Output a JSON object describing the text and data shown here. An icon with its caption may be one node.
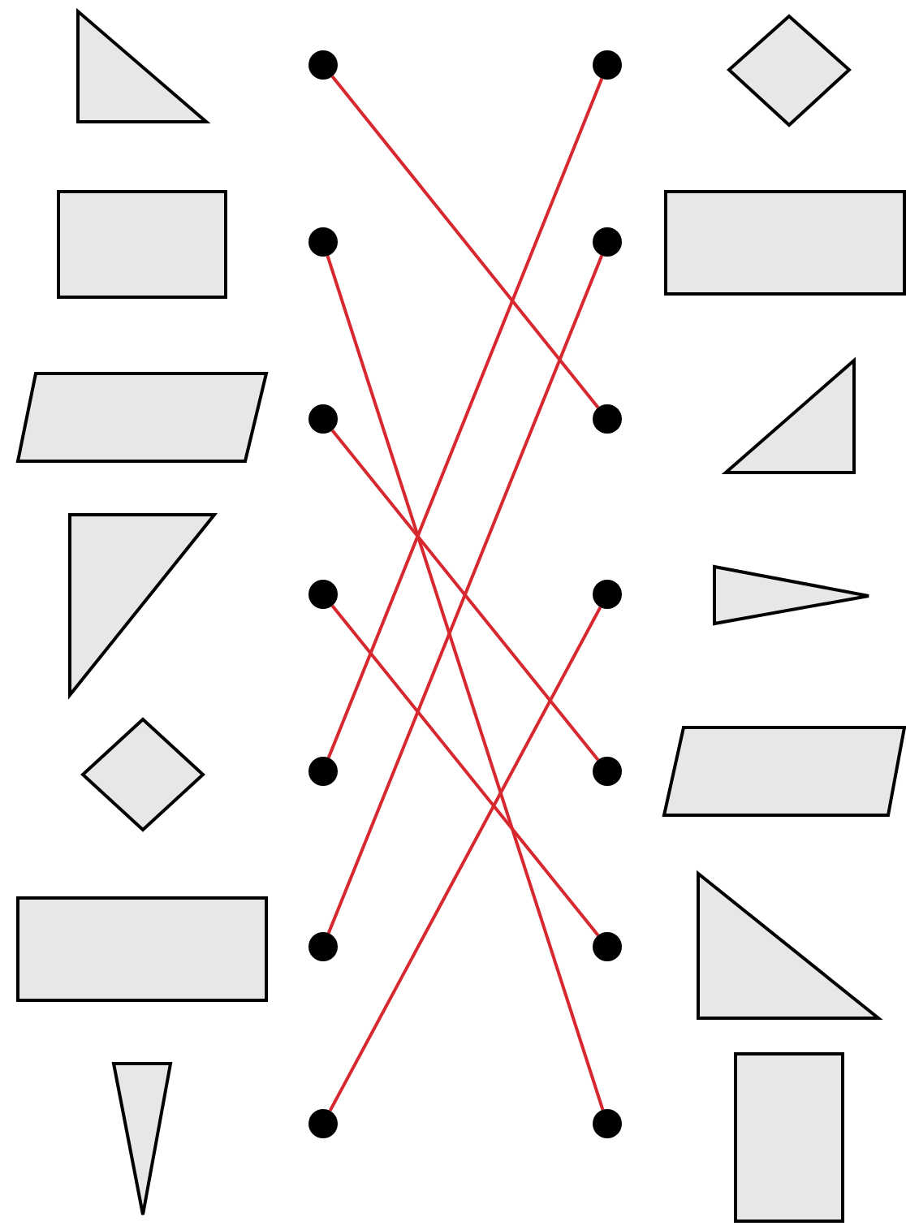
{
  "diagram": {
    "nodes": [
      {
        "text": [],
        "shape": "triangle"
      },
      {
        "text": [],
        "shape": "box"
      },
      {
        "text": [],
        "shape": "parallelogram"
      },
      {
        "text": [],
        "shape": "triangle"
      },
      {
        "text": [],
        "shape": "diamond"
      },
      {
        "text": [],
        "shape": "box"
      },
      {
        "text": [],
        "shape": "triangle"
      },
      {
        "text": [],
        "shape": "circle"
      },
      {
        "text": [],
        "shape": "circle"
      },
      {
        "text": [],
        "shape": "circle"
      },
      {
        "text": [],
        "shape": "circle"
      },
      {
        "text": [],
        "shape": "circle"
      },
      {
        "text": [],
        "shape": "circle"
      },
      {
        "text": [],
        "shape": "circle"
      },
      {
        "text": [],
        "shape": "circle"
      },
      {
        "text": [],
        "shape": "circle"
      },
      {
        "text": [],
        "shape": "circle"
      },
      {
        "text": [],
        "shape": "circle"
      },
      {
        "text": [],
        "shape": "circle"
      },
      {
        "text": [],
        "shape": "circle"
      },
      {
        "text": [],
        "shape": "circle"
      },
      {
        "text": [],
        "shape": "diamond"
      },
      {
        "text": [],
        "shape": "box"
      },
      {
        "text": [],
        "shape": "triangle"
      },
      {
        "text": [],
        "shape": "triangle"
      },
      {
        "text": [],
        "shape": "parallelogram"
      },
      {
        "text": [],
        "shape": "triangle"
      },
      {
        "text": [],
        "shape": "box"
      }
    ],
    "edges": [
      {
        "from": 7,
        "to": 16,
        "arrow": "none"
      },
      {
        "from": 8,
        "to": 20,
        "arrow": "none"
      },
      {
        "from": 9,
        "to": 18,
        "arrow": "none"
      },
      {
        "from": 10,
        "to": 19,
        "arrow": "none"
      },
      {
        "from": 11,
        "to": 14,
        "arrow": "none"
      },
      {
        "from": 12,
        "to": 15,
        "arrow": "none"
      },
      {
        "from": 13,
        "to": 17,
        "arrow": "none"
      }
    ]
  }
}
